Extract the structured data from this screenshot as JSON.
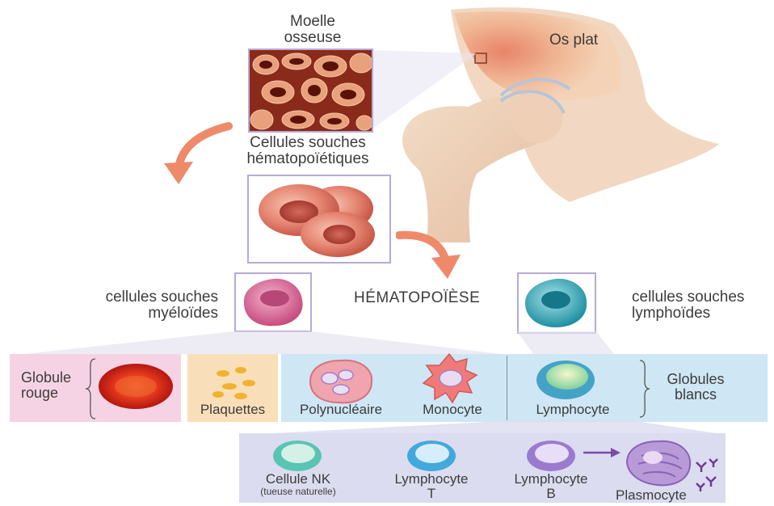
{
  "labels": {
    "moelle_line1": "Moelle",
    "moelle_line2": "osseuse",
    "os_plat": "Os plat",
    "souches_hemato_line1": "Cellules souches",
    "souches_hemato_line2": "hématopoïétiques",
    "myeloides_line1": "cellules souches",
    "myeloides_line2": "myéloïdes",
    "hematopoiese": "HÉMATOPOÏÈSE",
    "lymphoides_line1": "cellules souches",
    "lymphoides_line2": "lymphoïdes"
  },
  "blood_cells": {
    "globule_rouge_line1": "Globule",
    "globule_rouge_line2": "rouge",
    "plaquettes": "Plaquettes",
    "polynucleaire": "Polynucléaire",
    "monocyte": "Monocyte",
    "lymphocyte": "Lymphocyte",
    "globules_blancs_line1": "Globules",
    "globules_blancs_line2": "blancs"
  },
  "lymphocytes": {
    "nk_line1": "Cellule NK",
    "nk_line2": "(tueuse naturelle)",
    "t_line1": "Lymphocyte",
    "t_line2": "T",
    "b_line1": "Lymphocyte",
    "b_line2": "B",
    "plasmocyte": "Plasmocyte"
  },
  "colors": {
    "pink_band": "#f6d3e4",
    "orange_band": "#f9dfb9",
    "blue_band": "#cfe6f5",
    "lavender_band": "#dcdcf0",
    "arrow": "#ee8a6a",
    "frame": "#b7a9d8"
  }
}
